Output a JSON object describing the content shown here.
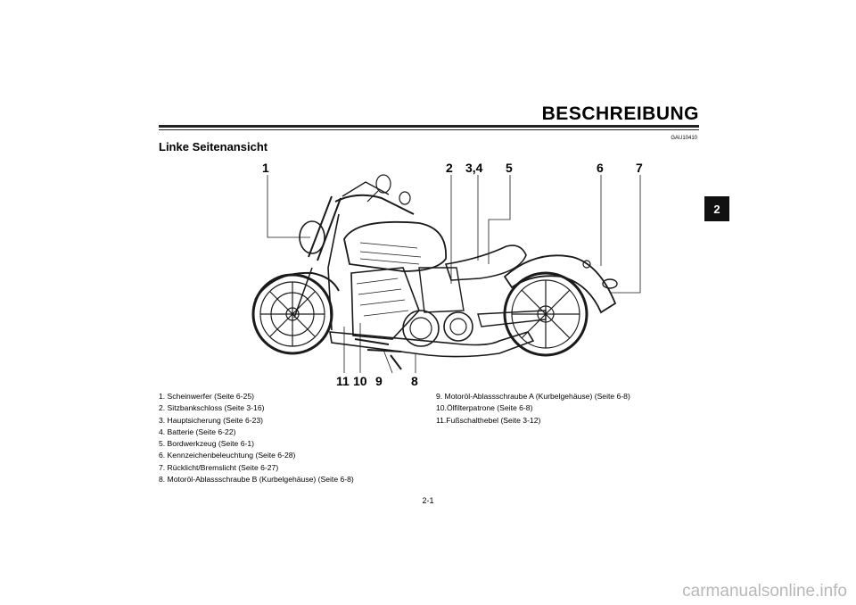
{
  "header": {
    "title": "BESCHREIBUNG",
    "code": "GAU10410"
  },
  "section": {
    "heading": "Linke Seitenansicht"
  },
  "chapter_tab": "2",
  "callouts": [
    "1",
    "2",
    "3,4",
    "5",
    "6",
    "7",
    "11",
    "10",
    "9",
    "8"
  ],
  "legend_left": [
    "1.  Scheinwerfer (Seite 6-25)",
    "2.  Sitzbankschloss (Seite 3-16)",
    "3.  Hauptsicherung (Seite 6-23)",
    "4.  Batterie (Seite 6-22)",
    "5.  Bordwerkzeug (Seite 6-1)",
    "6.  Kennzeichenbeleuchtung (Seite 6-28)",
    "7.  Rücklicht/Bremslicht (Seite 6-27)",
    "8.  Motoröl-Ablassschraube B (Kurbelgehäuse) (Seite 6-8)"
  ],
  "legend_right": [
    "9.  Motoröl-Ablassschraube A (Kurbelgehäuse) (Seite 6-8)",
    "10.Ölfilterpatrone (Seite 6-8)",
    "11.Fußschalthebel (Seite 3-12)"
  ],
  "page_number": "2-1",
  "watermark": "carmanualsonline.info"
}
